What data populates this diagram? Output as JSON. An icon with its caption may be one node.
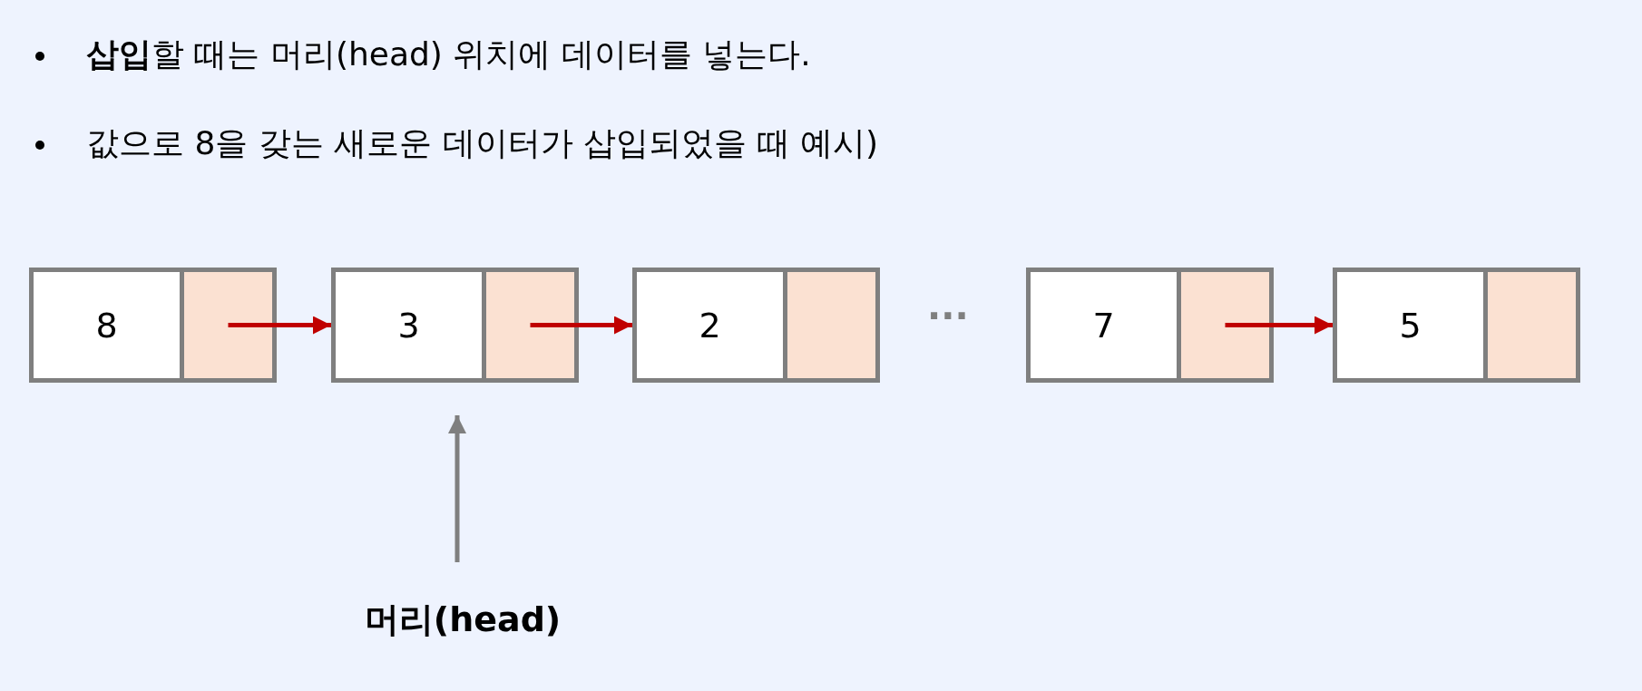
{
  "diagram": {
    "nodes": [
      {
        "text": [
          "8"
        ]
      },
      {
        "text": [],
        "shape": "box"
      },
      {
        "text": [
          "3"
        ]
      },
      {
        "text": [],
        "shape": "box"
      },
      {
        "text": [
          "2"
        ]
      },
      {
        "text": [],
        "shape": "box"
      },
      {
        "text": [
          "7"
        ]
      },
      {
        "text": [],
        "shape": "box"
      },
      {
        "text": [
          "5"
        ]
      },
      {
        "text": [],
        "shape": "box"
      },
      {
        "text": [
          "머리(head)"
        ]
      }
    ],
    "edges": [
      {
        "from": 1,
        "to": 2,
        "arrow": "to"
      },
      {
        "from": 3,
        "to": 4,
        "arrow": "to"
      },
      {
        "from": 7,
        "to": 8,
        "arrow": "to"
      },
      {
        "from": 10,
        "to": 2,
        "arrow": "to",
        "color": "#7f7f7f"
      }
    ],
    "labels": [
      "**삽입**할 때는 머리(head) 위치에 데이터를 넣는다.",
      "값으로 8을 갖는 새로운 데이터가 삽입되었을 때 예시)",
      "···"
    ]
  }
}
